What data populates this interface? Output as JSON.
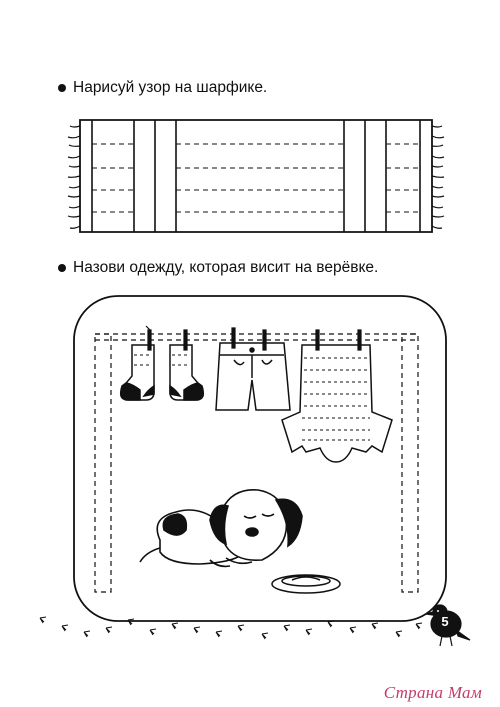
{
  "tasks": [
    {
      "text": "Нарисуй узор на шарфике."
    },
    {
      "text": "Назови одежду, которая висит на верёвке."
    }
  ],
  "page": {
    "number": "5"
  },
  "watermark": {
    "text": "Страна Мам"
  },
  "colors": {
    "ink": "#111111",
    "watermark": "#c23b6a",
    "paper": "#ffffff"
  },
  "icons": [
    "bullet-dot",
    "scarf",
    "socks",
    "shorts",
    "sweater",
    "clothes-pin",
    "sleeping-puppy",
    "food-bowl",
    "bird",
    "footprints"
  ]
}
